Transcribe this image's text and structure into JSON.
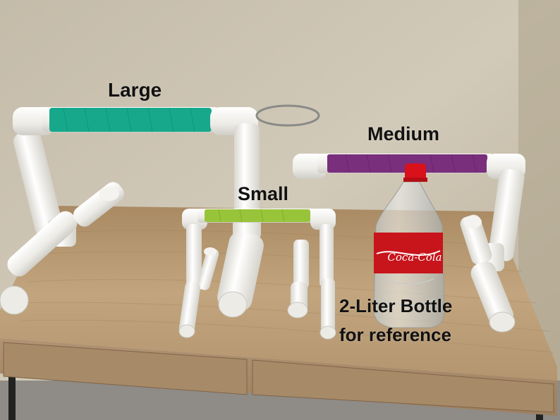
{
  "labels": {
    "large": "Large",
    "medium": "Medium",
    "small": "Small",
    "reference_line1": "2-Liter Bottle",
    "reference_line2": "for reference"
  },
  "bottle_label_text": "Coca-Cola",
  "colors": {
    "wall": "#cfc6b5",
    "table_top": "#b99a72",
    "pvc": "#f3f2ee",
    "large_perch_wrap": "#17a88c",
    "medium_perch_wrap": "#7a2f7c",
    "small_perch_wrap": "#98c43a",
    "bottle_label": "#c8141b"
  }
}
